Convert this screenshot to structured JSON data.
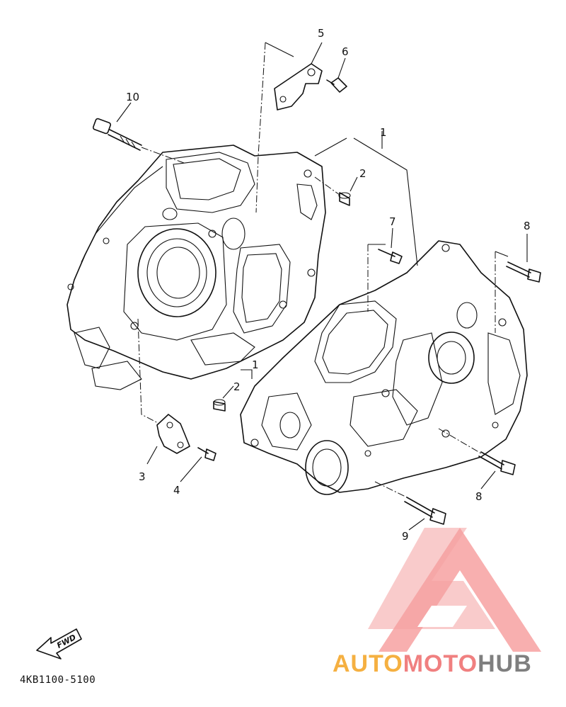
{
  "callouts": {
    "c1_top": "1",
    "c2_top": "2",
    "c5": "5",
    "c6": "6",
    "c10": "10",
    "c7": "7",
    "c8_top": "8",
    "c1_mid": "1",
    "c2_mid": "2",
    "c3": "3",
    "c4": "4",
    "c8_bot": "8",
    "c9": "9"
  },
  "fwd_label": "FWD",
  "diagram_code": "4KB1100-5100",
  "watermark": {
    "part1": "AUTO",
    "part2": "MOTO",
    "part3": "HUB",
    "color_auto": "#f5b041",
    "color_moto": "#f08080",
    "color_hub": "#7f7f7f",
    "triangle_color": "#f7a1a1"
  }
}
